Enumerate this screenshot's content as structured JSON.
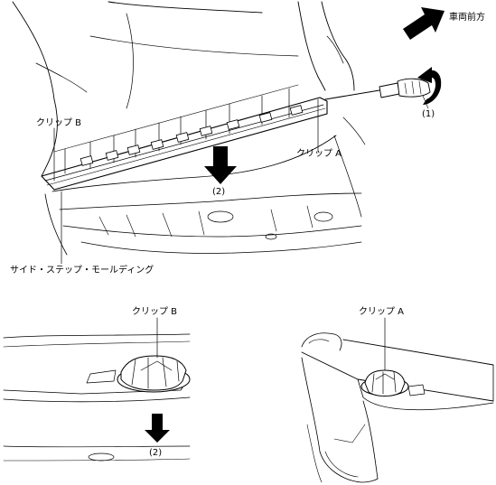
{
  "labels": {
    "vehicle_front": "車両前方",
    "clip_b_main": "クリップ B",
    "clip_a_main": "クリップ A",
    "step_1": "(1)",
    "step_2_main": "(2)",
    "side_step_molding": "サイド・ステップ・モールディング",
    "clip_b_detail": "クリップ B",
    "step_2_detail": "(2)",
    "clip_a_detail": "クリップ A"
  },
  "icons": {
    "front_direction": "arrow-up-right-icon",
    "rotation": "curved-rotation-arrow-icon",
    "pull_down": "arrow-down-icon",
    "screwdriver": "screwdriver-icon"
  }
}
